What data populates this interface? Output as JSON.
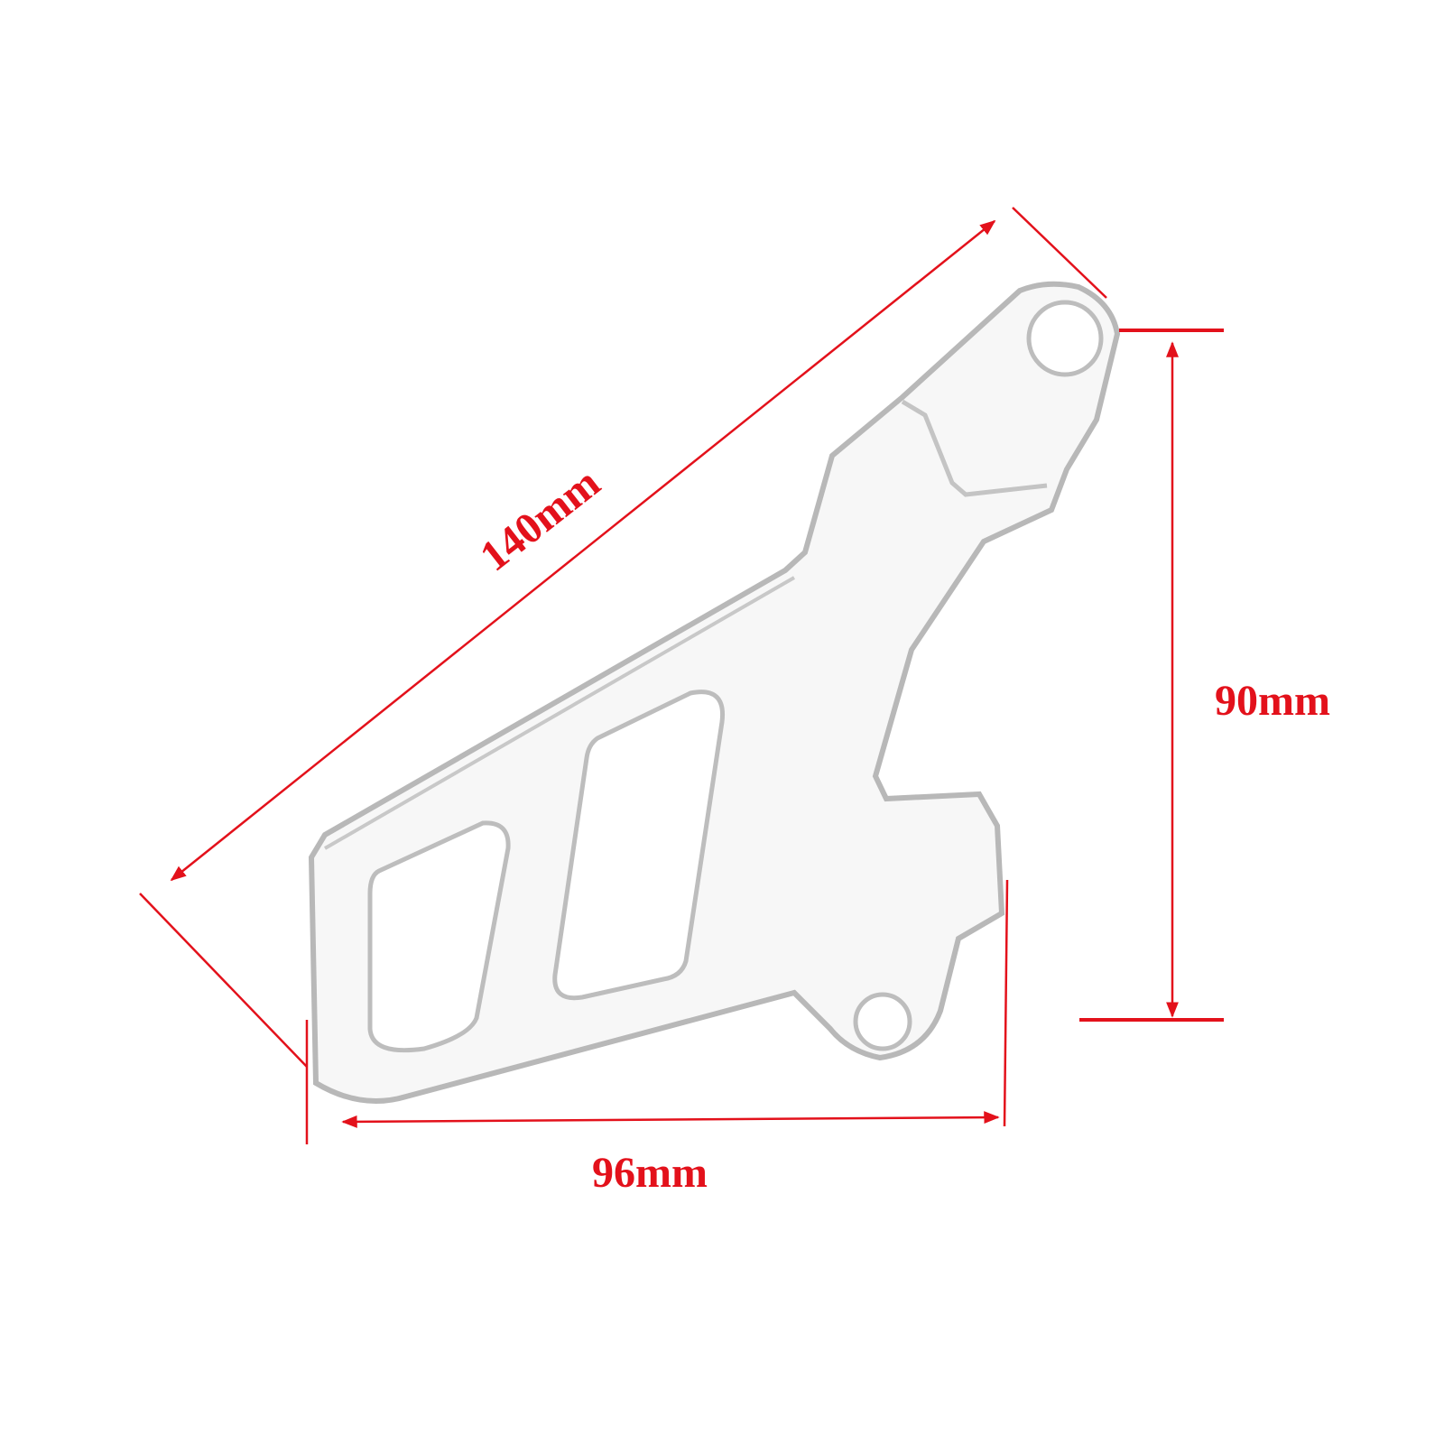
{
  "dimensions": {
    "diagonal_label": "140mm",
    "height_label": "90mm",
    "width_label": "96mm"
  },
  "colors": {
    "dimension": "#e3111b",
    "part_edge": "#b8b8b8",
    "part_fill": "#f7f7f7"
  }
}
